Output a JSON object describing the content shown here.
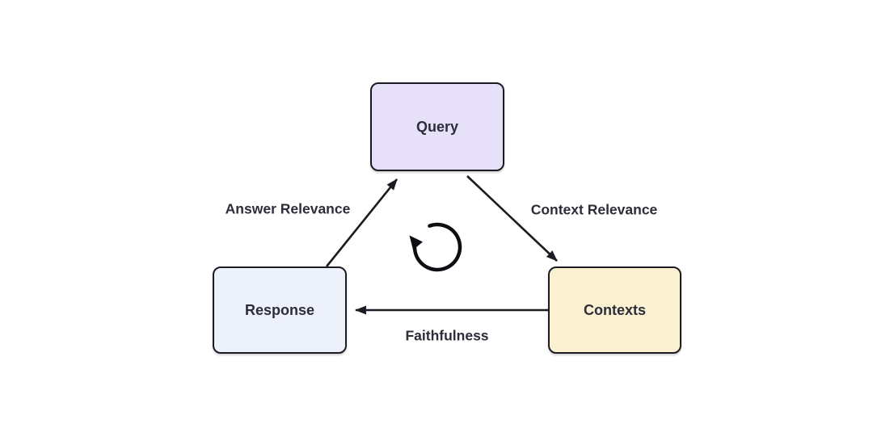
{
  "diagram": {
    "type": "flow-triangle",
    "background_color": "#ffffff",
    "stroke_color": "#1b1b24",
    "text_color": "#2d2d3a",
    "nodes": [
      {
        "id": "query",
        "label": "Query",
        "fill": "#e6e0f8",
        "position": "top-center"
      },
      {
        "id": "response",
        "label": "Response",
        "fill": "#edf1f9",
        "position": "bottom-left"
      },
      {
        "id": "contexts",
        "label": "Contexts",
        "fill": "#faf0d2",
        "position": "bottom-right"
      }
    ],
    "edges": [
      {
        "from": "response",
        "to": "query",
        "label": "Answer Relevance"
      },
      {
        "from": "query",
        "to": "contexts",
        "label": "Context Relevance"
      },
      {
        "from": "contexts",
        "to": "response",
        "label": "Faithfulness"
      }
    ],
    "center_icon": "counterclockwise-cycle-arrow"
  }
}
